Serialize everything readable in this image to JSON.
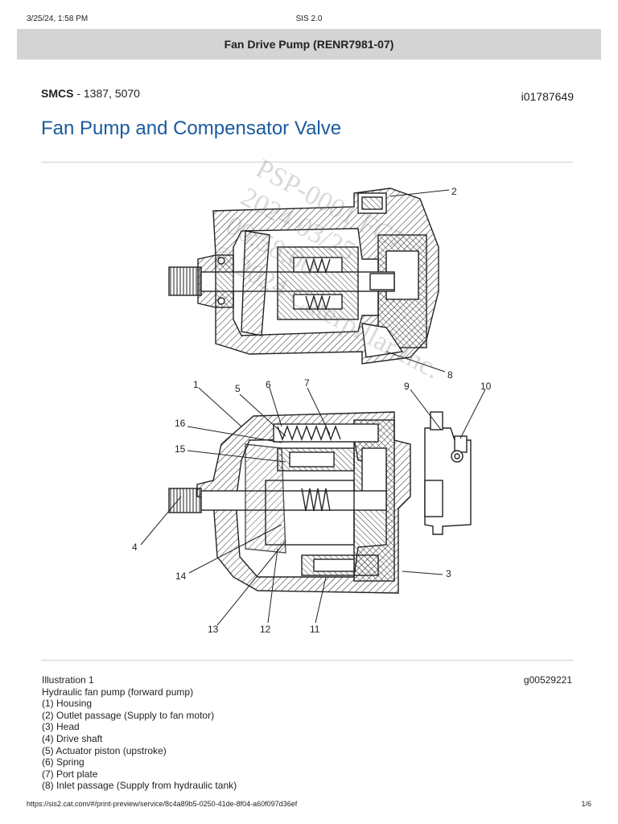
{
  "print_header": {
    "datetime": "3/25/24, 1:58 PM",
    "app": "SIS 2.0"
  },
  "title_bar": "Fan Drive Pump (RENR7981-07)",
  "smcs": {
    "label": "SMCS",
    "codes": " - 1387, 5070"
  },
  "doc_id": "i01787649",
  "doc_title": "Fan Pump and Compensator Valve",
  "watermark": [
    "PSP-0001 FC7",
    "2024/03/25",
    "00:58:00",
    "© 2024 Caterpillar Inc."
  ],
  "illustration": {
    "callouts": [
      "1",
      "2",
      "3",
      "4",
      "5",
      "6",
      "7",
      "8",
      "9",
      "10",
      "11",
      "12",
      "13",
      "14",
      "15",
      "16"
    ]
  },
  "caption": {
    "label": "Illustration 1",
    "figure_id": "g00529221",
    "description": "Hydraulic fan pump (forward pump)",
    "items": [
      "(1) Housing",
      "(2) Outlet passage (Supply to fan motor)",
      "(3) Head",
      "(4) Drive shaft",
      "(5) Actuator piston (upstroke)",
      "(6) Spring",
      "(7) Port plate",
      "(8) Inlet passage (Supply from hydraulic tank)"
    ]
  },
  "print_footer": {
    "url": "https://sis2.cat.com/#/print-preview/service/8c4a89b5-0250-41de-8f04-a60f097d36ef",
    "page": "1/6"
  }
}
